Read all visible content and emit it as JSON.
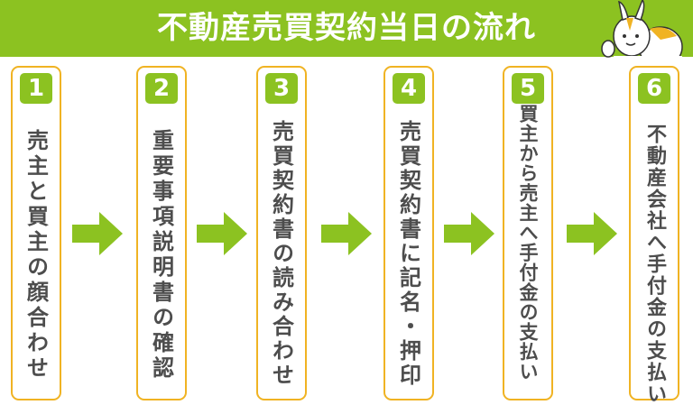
{
  "title": "不動産売買契約当日の流れ",
  "colors": {
    "accent": "#8cc221",
    "border": "#f0b323",
    "text": "#4d4d4d"
  },
  "steps": [
    {
      "number": "1",
      "label": "売主と買主の顔合わせ"
    },
    {
      "number": "2",
      "label": "重要事項説明書の確認"
    },
    {
      "number": "3",
      "label": "売買契約書の読み合わせ"
    },
    {
      "number": "4",
      "label": "売買契約書に記名・押印"
    },
    {
      "number": "5",
      "label": "買主から売主へ手付金の支払い"
    },
    {
      "number": "6",
      "label": "不動産会社へ手付金の支払い"
    }
  ]
}
